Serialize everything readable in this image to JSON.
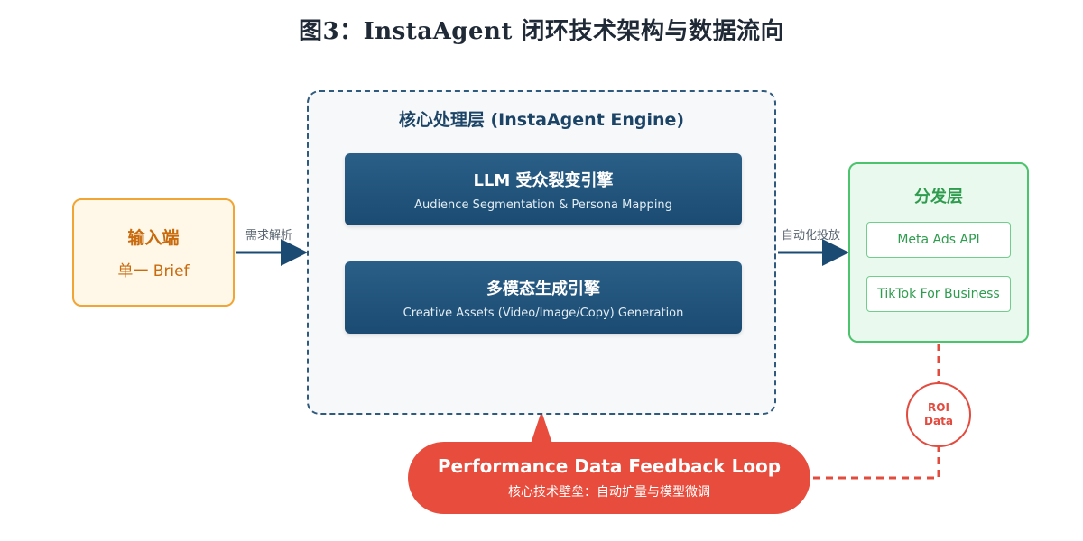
{
  "title": "图3：InstaAgent 闭环技术架构与数据流向",
  "input": {
    "title": "输入端",
    "subtitle": "单一 Brief"
  },
  "edges": {
    "parse_label": "需求解析",
    "deploy_label": "自动化投放"
  },
  "core": {
    "title": "核心处理层 (InstaAgent Engine)",
    "engines": [
      {
        "title": "LLM 受众裂变引擎",
        "subtitle": "Audience Segmentation & Persona Mapping"
      },
      {
        "title": "多模态生成引擎",
        "subtitle": "Creative Assets (Video/Image/Copy) Generation"
      }
    ]
  },
  "distribution": {
    "title": "分发层",
    "apis": [
      "Meta Ads API",
      "TikTok For Business"
    ]
  },
  "roi": {
    "line1": "ROI",
    "line2": "Data"
  },
  "feedback": {
    "title": "Performance Data Feedback Loop",
    "subtitle": "核心技术壁垒：自动扩量与模型微调"
  },
  "colors": {
    "input_accent": "#f0a534",
    "core_accent": "#1c4466",
    "distribution_accent": "#4cc36d",
    "feedback_accent": "#e74c3c"
  }
}
